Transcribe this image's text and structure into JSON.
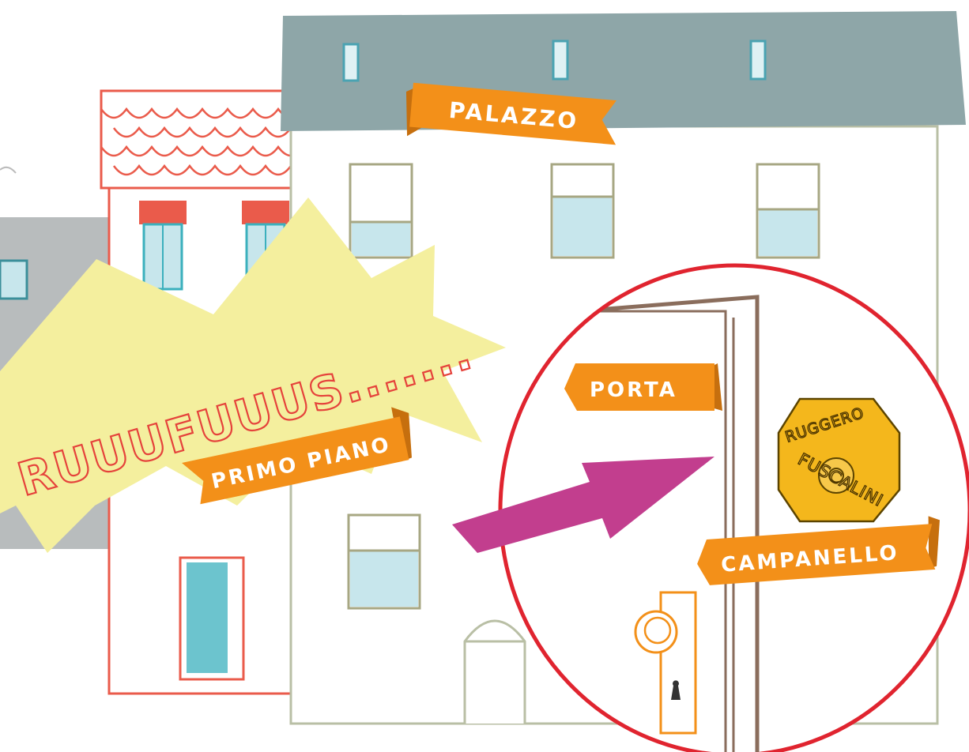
{
  "labels": {
    "palazzo": "PALAZZO",
    "porta": "PORTA",
    "primo_piano": "PRIMO PIANO",
    "campanello": "CAMPANELLO"
  },
  "sound_effect": "RUUUFUUUS.......",
  "doorbell_plate": {
    "line1": "RUGGERO",
    "line2": "FUSCALINI"
  },
  "colors": {
    "label_orange": "#f39019",
    "magnifier_red": "#e0242f",
    "arrow_magenta": "#c23e8e",
    "burst_yellow": "#f4ef9e",
    "roof_gray": "#8ea6a8",
    "roof_red": "#ea5b4b",
    "window_blue": "#c7e6ec",
    "plate_gold": "#f4b71c"
  },
  "icons": [
    "doorknob-icon",
    "keyhole-icon",
    "arrow-icon",
    "magnifier-circle-icon"
  ]
}
